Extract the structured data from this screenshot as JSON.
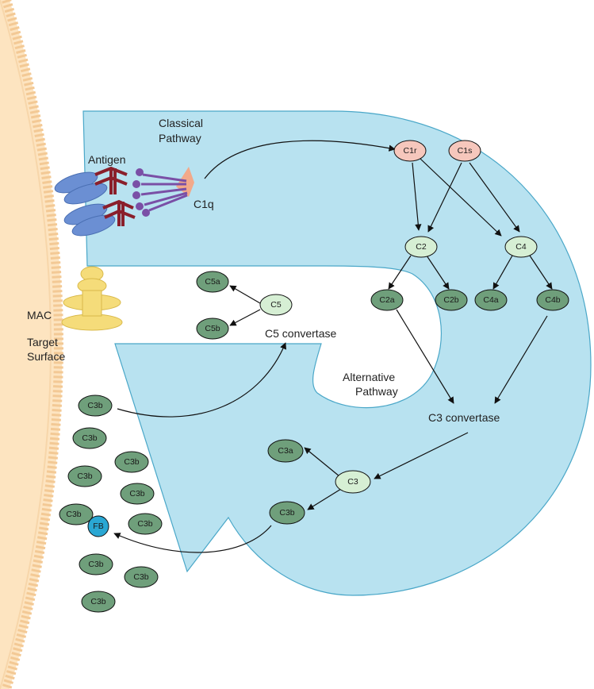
{
  "colors": {
    "membrane": "#fde4c0",
    "membrane_edge": "#f3c995",
    "pathway": "#b8e2f0",
    "pathway_edge": "#4aa7c8",
    "c1": "#f6c7bc",
    "light_green": "#d6efd4",
    "dark_green": "#6f9f7b",
    "fb": "#2aa7d3",
    "mac": "#f5dc7a",
    "antigen": "#6b8fd3",
    "antibody": "#8a1f2b",
    "c1q": "#7a4fa6",
    "c1q_head": "#f2a98a"
  },
  "labels": {
    "classical": "Classical",
    "pathway": "Pathway",
    "antigen": "Antigen",
    "c1q": "C1q",
    "mac": "MAC",
    "target": "Target",
    "surface": "Surface",
    "c5_convertase": "C5 convertase",
    "alternative": "Alternative",
    "alt_pathway": "Pathway",
    "c3_convertase": "C3 convertase"
  },
  "nodes": {
    "c1r": "C1r",
    "c1s": "C1s",
    "c2": "C2",
    "c4": "C4",
    "c2a": "C2a",
    "c2b": "C2b",
    "c4a": "C4a",
    "c4b": "C4b",
    "c5": "C5",
    "c5a": "C5a",
    "c5b": "C5b",
    "c3": "C3",
    "c3a": "C3a",
    "c3b_main": "C3b",
    "fb": "FB",
    "c3b": "C3b"
  }
}
